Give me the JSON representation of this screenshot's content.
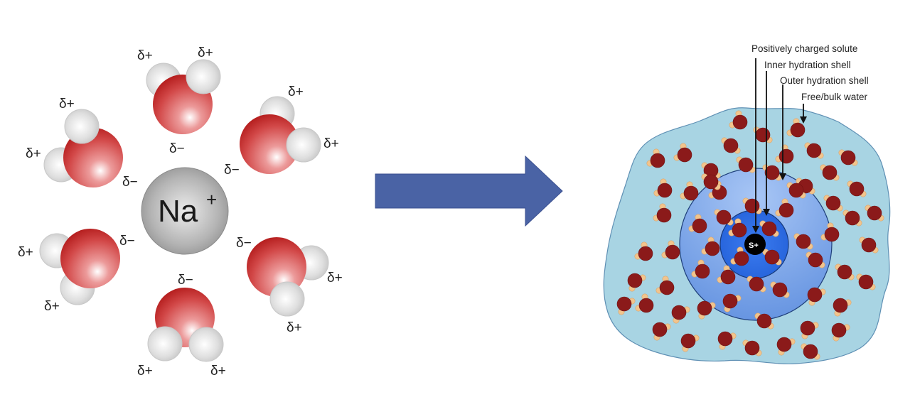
{
  "left_figure": {
    "ion": {
      "symbol": "Na",
      "charge": "+"
    },
    "charge_labels": {
      "partial_positive": "δ+",
      "partial_negative": "δ−"
    },
    "water_molecules": [
      {
        "id": "top",
        "labels": [
          "δ+",
          "δ+",
          "δ−"
        ]
      },
      {
        "id": "upper-left",
        "labels": [
          "δ+",
          "δ+",
          "δ−"
        ]
      },
      {
        "id": "upper-right",
        "labels": [
          "δ+",
          "δ+",
          "δ−"
        ]
      },
      {
        "id": "lower-left",
        "labels": [
          "δ+",
          "δ+",
          "δ−"
        ]
      },
      {
        "id": "bottom",
        "labels": [
          "δ+",
          "δ+",
          "δ−"
        ]
      },
      {
        "id": "lower-right",
        "labels": [
          "δ+",
          "δ+",
          "δ−"
        ]
      }
    ],
    "colors": {
      "oxygen": "#c62828",
      "hydrogen": "#d9d9d9",
      "ion": "#a6a6a6"
    }
  },
  "transition_arrow": {
    "direction": "right",
    "color": "#4a63a5"
  },
  "right_figure": {
    "solute_label": "S+",
    "callouts": [
      {
        "id": "solute",
        "text": "Positively charged solute"
      },
      {
        "id": "inner",
        "text": "Inner hydration shell"
      },
      {
        "id": "outer",
        "text": "Outer hydration shell"
      },
      {
        "id": "bulk",
        "text": "Free/bulk water"
      }
    ],
    "colors": {
      "bulk_water": "#a8d4e3",
      "outer_shell": "#7aa6ec",
      "inner_shell": "#2f6ee6",
      "solute": "#000000",
      "oxygen": "#8b1a1a",
      "hydrogen": "#f2c48d"
    }
  }
}
